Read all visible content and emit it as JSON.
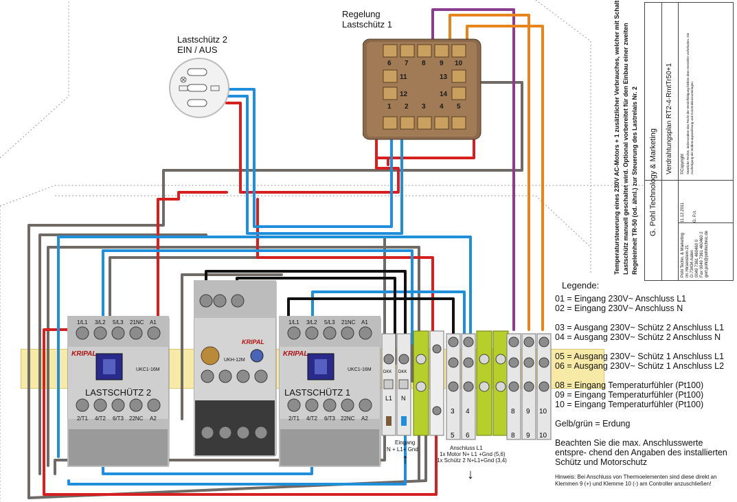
{
  "labels": {
    "lastschuetz2_title": "Lastschütz 2",
    "lastschuetz2_sub": "EIN / AUS",
    "regelung_title": "Regelung",
    "regelung_sub": "Lastschütz 1",
    "contactor_left": "LASTSCHÜTZ 2",
    "contactor_right": "LASTSCHÜTZ 1",
    "brand": "KRIPAL",
    "model": "UKC1-16M",
    "terminals_top": [
      "1/L1",
      "3/L2",
      "5/L3",
      "21NC",
      "A1"
    ],
    "terminals_bottom": [
      "2/T1",
      "4/T2",
      "6/T3",
      "22NC",
      "A2"
    ],
    "overload_model": "UKH-12M",
    "controller_top_numbers": [
      "6",
      "7",
      "8",
      "9",
      "10"
    ],
    "controller_mid_numbers": [
      "11",
      "12",
      "13",
      "14"
    ],
    "controller_bottom_numbers": [
      "1",
      "2",
      "3",
      "4",
      "5"
    ],
    "block_l1": "L1",
    "block_n": "N",
    "dkk": "DKK",
    "terminal_numbers_mid": [
      "3",
      "4",
      "5",
      "6"
    ],
    "terminal_numbers_right": [
      "8",
      "9",
      "10"
    ],
    "eingang_title": "Eingang",
    "eingang_sub": "N + L1+ Gnd",
    "anschluss_title": "Anschluss     L1",
    "anschluss_line1": "1x Motor  N+ L1 +Gnd (5,6)",
    "anschluss_line2": "1x Schütz 2 N+L1+Gnd (3,4)",
    "arrow_up": "↑",
    "arrow_down": "↓"
  },
  "legend": {
    "title": "Legende:",
    "items": [
      "01 = Eingang 230V~ Anschluss L1",
      "02 = Eingang 230V~ Anschluss N",
      "",
      "03 = Ausgang 230V~ Schütz 2 Anschluss L1",
      "04 = Ausgang 230V~ Schütz 2 Anschluss  N",
      "",
      "05 = Ausgang 230V~ Schütz 1 Anschluss L1",
      "06 = Ausgang 230V~ Schütz 1 Anschluss L2",
      "",
      "08 = Eingang Temperaturfühler (Pt100)",
      "09 = Eingang Temperaturfühler (Pt100)",
      "10 = Eingang Temperaturfühler (Pt100)"
    ],
    "gelb_gruen": "Gelb/grün = Erdung",
    "note": "Beachten Sie die max. Anschlusswerte entspre- chend den Angaben des  installierten Schütz und Motorschutz",
    "hinweis": "Hinweis: Bei Anschluss von Thermoelementen sind diese direkt an Klemmen 9 (+) und Klemme 10 (-) am Controller anzuschließen!"
  },
  "description_vertical": [
    "Temperatursteuerung eines 230V AC-Motors + 1 zusätzlicher Verbrauches, welcher mit Schalter",
    "Lastschütz manuell geschaltet wird. Optional vorbereitet für den Einbau einer zweiten",
    "Regeleinheit TR-50 (od. ähnl.) zur Steuerung des Lastrelais Nr. 2"
  ],
  "titleblock": {
    "company": "G. Pohl Technology & Marketing",
    "plan": "Verdrahtungsplan RT2-4-RmtTr50+1",
    "date": "11.12.2011",
    "author": "G. P./r.",
    "copyright_title": "©Copyright",
    "copyright_text": "Sämtliche Rechte, insbesondere das Recht der Vervielfältigung bleiben dem Hersteller vorbehalten. Die Ausfertigung der Bedienungsanleitung und Konstruktionsunterlagen",
    "address": [
      "Pohl Techn. & Marketing",
      "Im Hirsenstern 21",
      "D-73434 Aalen",
      "0049 7361 460460 0",
      "Fax 0049 7361 460460 2",
      "gert.pohl@pohltechnic.de"
    ]
  },
  "colors": {
    "red": "#d62020",
    "blue": "#1f8fdc",
    "gray": "#6f6a66",
    "black": "#111111",
    "purple": "#8a3d8f",
    "orange": "#e8841c",
    "yellow_rail": "#f7eaa6",
    "green_yellow": "#b6cf2a"
  }
}
